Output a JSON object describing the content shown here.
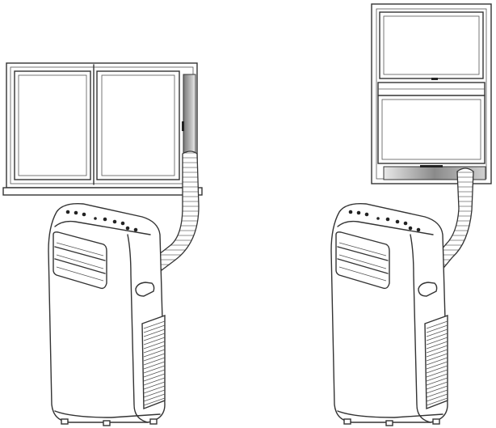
{
  "figure": {
    "scenes": [
      {
        "window_type": "sliding-window",
        "device": "portable-air-conditioner",
        "accessory": "window-kit-vertical"
      },
      {
        "window_type": "hung-window",
        "device": "portable-air-conditioner",
        "accessory": "window-kit-horizontal"
      }
    ],
    "colors": {
      "line": "#333333",
      "kit_dark": "#7a7a7a",
      "kit_light": "#e6e6e6"
    }
  }
}
